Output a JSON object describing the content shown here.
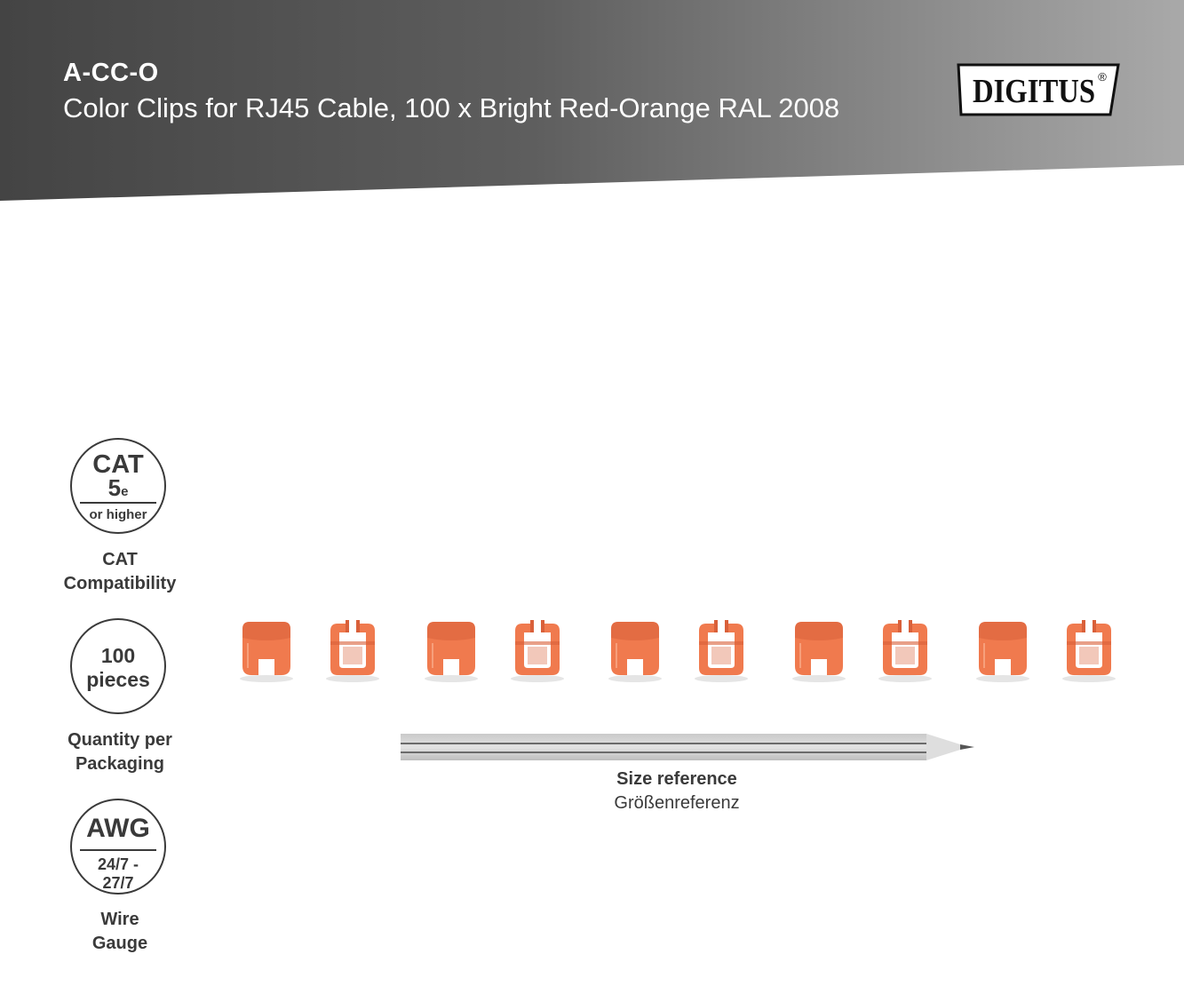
{
  "header": {
    "product_code": "A-CC-O",
    "product_title": "Color Clips for RJ45 Cable, 100 x Bright Red-Orange RAL 2008",
    "brand": "DIGITUS",
    "brand_mark": "®"
  },
  "colors": {
    "clip_orange": "#F07A4E",
    "clip_orange_dark": "#D9603A",
    "text_dark": "#3A3A3A",
    "header_dark": "#444444",
    "header_light": "#A9A9A9"
  },
  "badges": {
    "cat": {
      "main": "CAT",
      "number": "5",
      "suffix": "e",
      "footnote": "or higher",
      "caption_line1": "CAT",
      "caption_line2": "Compatibility"
    },
    "quantity": {
      "line1": "100",
      "line2": "pieces",
      "caption_line1": "Quantity per",
      "caption_line2": "Packaging"
    },
    "awg": {
      "main": "AWG",
      "range_line1": "24/7 -",
      "range_line2": "27/7",
      "caption_line1": "Wire",
      "caption_line2": "Gauge"
    }
  },
  "clips": {
    "count": 10,
    "pattern": [
      "front",
      "side",
      "front",
      "side",
      "front",
      "side",
      "front",
      "side",
      "front",
      "side"
    ]
  },
  "size_reference": {
    "label": "Size reference",
    "label_de": "Größenreferenz",
    "object_icon": "pencil-icon"
  }
}
